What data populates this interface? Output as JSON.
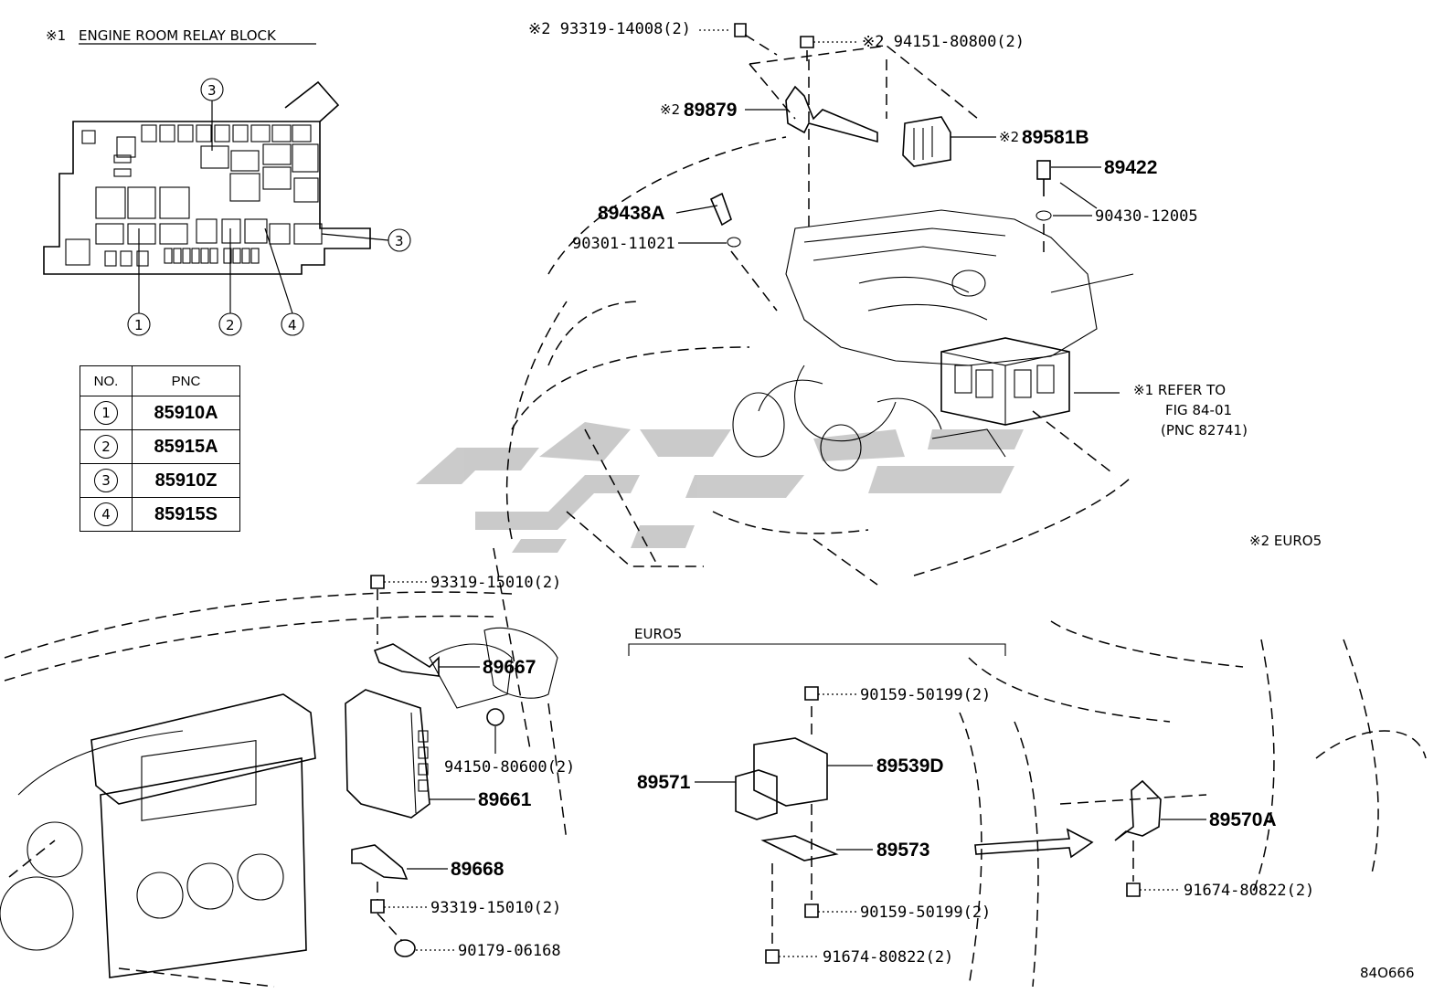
{
  "relay_block": {
    "title": "ENGINE ROOM RELAY BLOCK",
    "title_prefix": "※1",
    "callouts": [
      "1",
      "2",
      "3",
      "3",
      "4"
    ]
  },
  "table": {
    "headers": [
      "NO.",
      "PNC"
    ],
    "rows": [
      {
        "no": "1",
        "pnc": "85910A"
      },
      {
        "no": "2",
        "pnc": "85915A"
      },
      {
        "no": "3",
        "pnc": "85910Z"
      },
      {
        "no": "4",
        "pnc": "85915S"
      }
    ]
  },
  "engine_parts": {
    "p1": "※2 93319-14008(2)",
    "p2": "※2 94151-80800(2)",
    "p3_prefix": "※2",
    "p3": "89879",
    "p4_prefix": "※2",
    "p4": "89581B",
    "p5": "89422",
    "p6": "90430-12005",
    "p7": "89438A",
    "p8": "90301-11021",
    "refer_line1": "※1 REFER TO",
    "refer_line2": "FIG 84-01",
    "refer_line3": "(PNC 82741)",
    "euro5_note": "※2 EURO5"
  },
  "dash_parts": {
    "p1": "93319-15010(2)",
    "p2": "89667",
    "p3": "94150-80600(2)",
    "p4": "89661",
    "p5": "89668",
    "p6": "93319-15010(2)",
    "p7": "90179-06168"
  },
  "euro5_parts": {
    "heading": "EURO5",
    "p1": "90159-50199(2)",
    "p2": "89571",
    "p3": "89539D",
    "p4": "89573",
    "p5": "90159-50199(2)",
    "p6": "91674-80822(2)",
    "p7": "89570A",
    "p8": "91674-80822(2)"
  },
  "figure_id": "84O666",
  "watermark_color": "#c8c8c8"
}
